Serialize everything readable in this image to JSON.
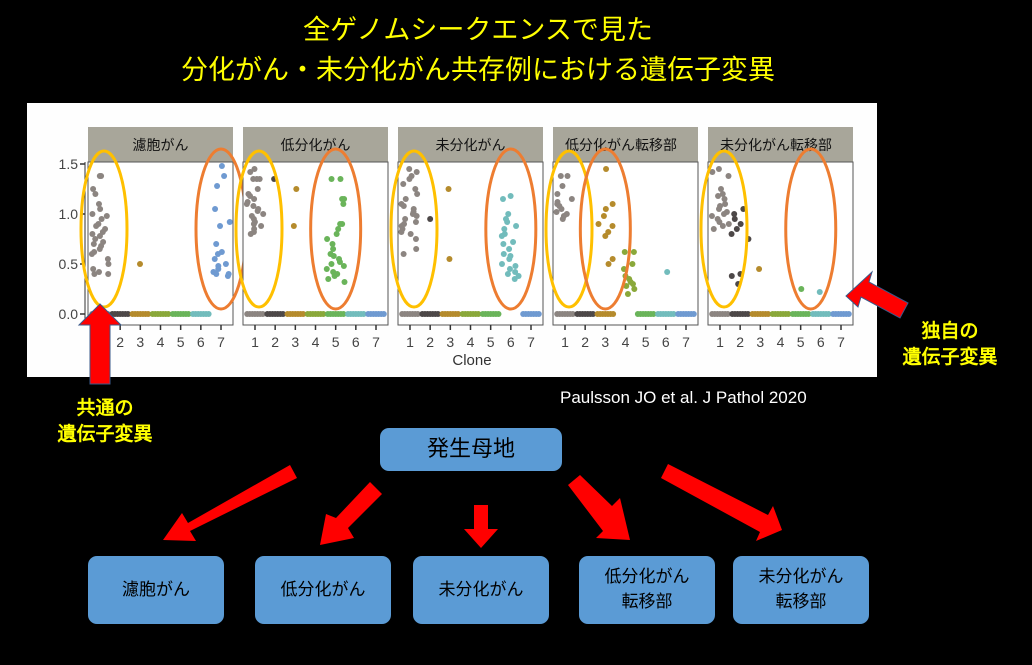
{
  "title": {
    "line1": "全ゲノムシークエンスで見た",
    "line2": "分化がん・未分化がん共存例における遺伝子変異"
  },
  "annotations": {
    "common": "共通の\n遺伝子変異",
    "unique": "独自の\n遺伝子変異",
    "citation": "Paulsson JO et al. J Pathol 2020"
  },
  "diagram": {
    "root": "発生母地",
    "children": [
      "濾胞がん",
      "低分化がん",
      "未分化がん",
      "低分化がん\n転移部",
      "未分化がん\n転移部"
    ]
  },
  "colors": {
    "text_yellow": "#ffff00",
    "box_blue": "#5b9bd5",
    "arrow_red": "#ff0000",
    "ellipse_common": "#ffc000",
    "ellipse_unique": "#ed7d31",
    "strip_gray": "#a8a69a",
    "clones": [
      "#8c8581",
      "#4d4848",
      "#b58b2c",
      "#8aa83a",
      "#6ab45a",
      "#72bcbc",
      "#6f9ad1"
    ]
  },
  "chart_data": {
    "type": "scatter",
    "title": "",
    "xlabel": "Clone",
    "ylabel": "",
    "ylim": [
      0,
      1.55
    ],
    "yticks": [
      "0.0",
      "0.5",
      "1.0",
      "1.5"
    ],
    "ytick_values": [
      0,
      0.5,
      1.0,
      1.5
    ],
    "xticks": [
      "1",
      "2",
      "3",
      "4",
      "5",
      "6",
      "7"
    ],
    "grid": false,
    "facets": [
      {
        "name": "濾胞がん",
        "zero_clones": [
          1,
          2,
          3,
          4,
          5,
          6
        ],
        "common_clone": 1,
        "unique_clone": 7,
        "series": [
          {
            "clone": 1,
            "y": [
              1.38,
              1.38,
              1.25,
              1.2,
              1.1,
              1.05,
              1.0,
              0.98,
              0.95,
              0.9,
              0.88,
              0.85,
              0.82,
              0.8,
              0.78,
              0.75,
              0.72,
              0.7,
              0.68,
              0.65,
              0.62,
              0.6,
              0.55,
              0.5,
              0.45,
              0.42,
              0.4,
              0.4
            ]
          },
          {
            "clone": 3,
            "y": [
              0.5
            ]
          },
          {
            "clone": 7,
            "y": [
              1.48,
              1.38,
              1.28,
              1.05,
              0.92,
              0.88,
              0.7,
              0.62,
              0.6,
              0.55,
              0.5,
              0.48,
              0.45,
              0.42,
              0.4,
              0.4,
              0.38
            ]
          }
        ]
      },
      {
        "name": "低分化がん",
        "zero_clones": [
          1,
          2,
          3,
          4,
          5,
          6,
          7
        ],
        "common_clone": 1,
        "unique_clone": 5,
        "series": [
          {
            "clone": 1,
            "y": [
              1.45,
              1.42,
              1.35,
              1.35,
              1.35,
              1.25,
              1.2,
              1.18,
              1.15,
              1.12,
              1.1,
              1.08,
              1.05,
              1.03,
              1.0,
              0.98,
              0.95,
              0.92,
              0.9,
              0.88,
              0.85,
              0.82,
              0.8
            ]
          },
          {
            "clone": 2,
            "y": [
              1.35
            ]
          },
          {
            "clone": 3,
            "y": [
              1.25,
              0.88
            ]
          },
          {
            "clone": 5,
            "y": [
              1.35,
              1.35,
              1.15,
              1.15,
              1.1,
              0.9,
              0.9,
              0.85,
              0.8,
              0.75,
              0.7,
              0.65,
              0.6,
              0.58,
              0.55,
              0.52,
              0.5,
              0.48,
              0.45,
              0.42,
              0.4,
              0.38,
              0.35,
              0.32
            ]
          }
        ]
      },
      {
        "name": "未分化がん",
        "zero_clones": [
          1,
          2,
          3,
          4,
          5,
          7
        ],
        "common_clone": 1,
        "unique_clone": 6,
        "series": [
          {
            "clone": 1,
            "y": [
              1.45,
              1.42,
              1.38,
              1.35,
              1.3,
              1.25,
              1.2,
              1.15,
              1.1,
              1.08,
              1.05,
              1.02,
              1.0,
              0.98,
              0.95,
              0.92,
              0.9,
              0.88,
              0.85,
              0.82,
              0.8,
              0.75,
              0.65,
              0.6
            ]
          },
          {
            "clone": 2,
            "y": [
              0.95
            ]
          },
          {
            "clone": 3,
            "y": [
              1.25,
              0.55
            ]
          },
          {
            "clone": 6,
            "y": [
              1.18,
              1.15,
              1.0,
              0.95,
              0.92,
              0.88,
              0.85,
              0.8,
              0.78,
              0.72,
              0.7,
              0.65,
              0.6,
              0.58,
              0.55,
              0.5,
              0.48,
              0.45,
              0.42,
              0.4,
              0.38,
              0.35
            ]
          }
        ]
      },
      {
        "name": "低分化がん転移部",
        "zero_clones": [
          1,
          2,
          3,
          5,
          6,
          7
        ],
        "common_clone": 1,
        "unique_clone": 3,
        "series": [
          {
            "clone": 1,
            "y": [
              1.38,
              1.38,
              1.28,
              1.2,
              1.15,
              1.12,
              1.1,
              1.08,
              1.05,
              1.02,
              1.0,
              0.98,
              0.95
            ]
          },
          {
            "clone": 3,
            "y": [
              1.45,
              1.1,
              1.05,
              0.98,
              0.9,
              0.88,
              0.82,
              0.78,
              0.55,
              0.5
            ]
          },
          {
            "clone": 4,
            "y": [
              0.62,
              0.62,
              0.5,
              0.45,
              0.38,
              0.35,
              0.32,
              0.3,
              0.28,
              0.25,
              0.2
            ]
          },
          {
            "clone": 6,
            "y": [
              0.42
            ]
          }
        ]
      },
      {
        "name": "未分化がん転移部",
        "zero_clones": [
          1,
          2,
          3,
          4,
          5,
          6,
          7
        ],
        "common_clone": 1,
        "unique_clone": 5.5,
        "series": [
          {
            "clone": 1,
            "y": [
              1.45,
              1.42,
              1.38,
              1.25,
              1.2,
              1.18,
              1.15,
              1.1,
              1.08,
              1.05,
              1.02,
              1.0,
              0.98,
              0.95,
              0.92,
              0.9,
              0.88,
              0.85
            ]
          },
          {
            "clone": 2,
            "y": [
              1.05,
              1.0,
              0.95,
              0.9,
              0.85,
              0.8,
              0.75,
              0.4,
              0.38,
              0.3
            ]
          },
          {
            "clone": 3,
            "y": [
              0.45
            ]
          },
          {
            "clone": 5,
            "y": [
              0.25
            ]
          },
          {
            "clone": 6,
            "y": [
              0.22
            ]
          }
        ]
      }
    ]
  }
}
